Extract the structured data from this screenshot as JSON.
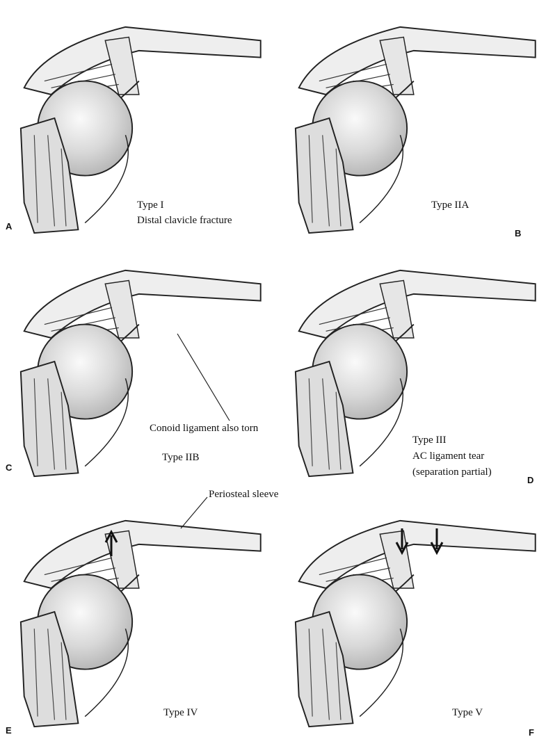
{
  "panels": [
    {
      "letter": "A",
      "type": "Type I",
      "note": "Distal clavicle fracture"
    },
    {
      "letter": "B",
      "type": "Type IIA"
    },
    {
      "letter": "C",
      "type": "Type IIB",
      "callout": "Conoid ligament also torn"
    },
    {
      "letter": "D",
      "type": "Type III",
      "note": "AC ligament tear",
      "note2": "(separation partial)"
    },
    {
      "letter": "E",
      "type": "Type IV",
      "callout": "Periosteal sleeve"
    },
    {
      "letter": "F",
      "type": "Type V"
    }
  ]
}
